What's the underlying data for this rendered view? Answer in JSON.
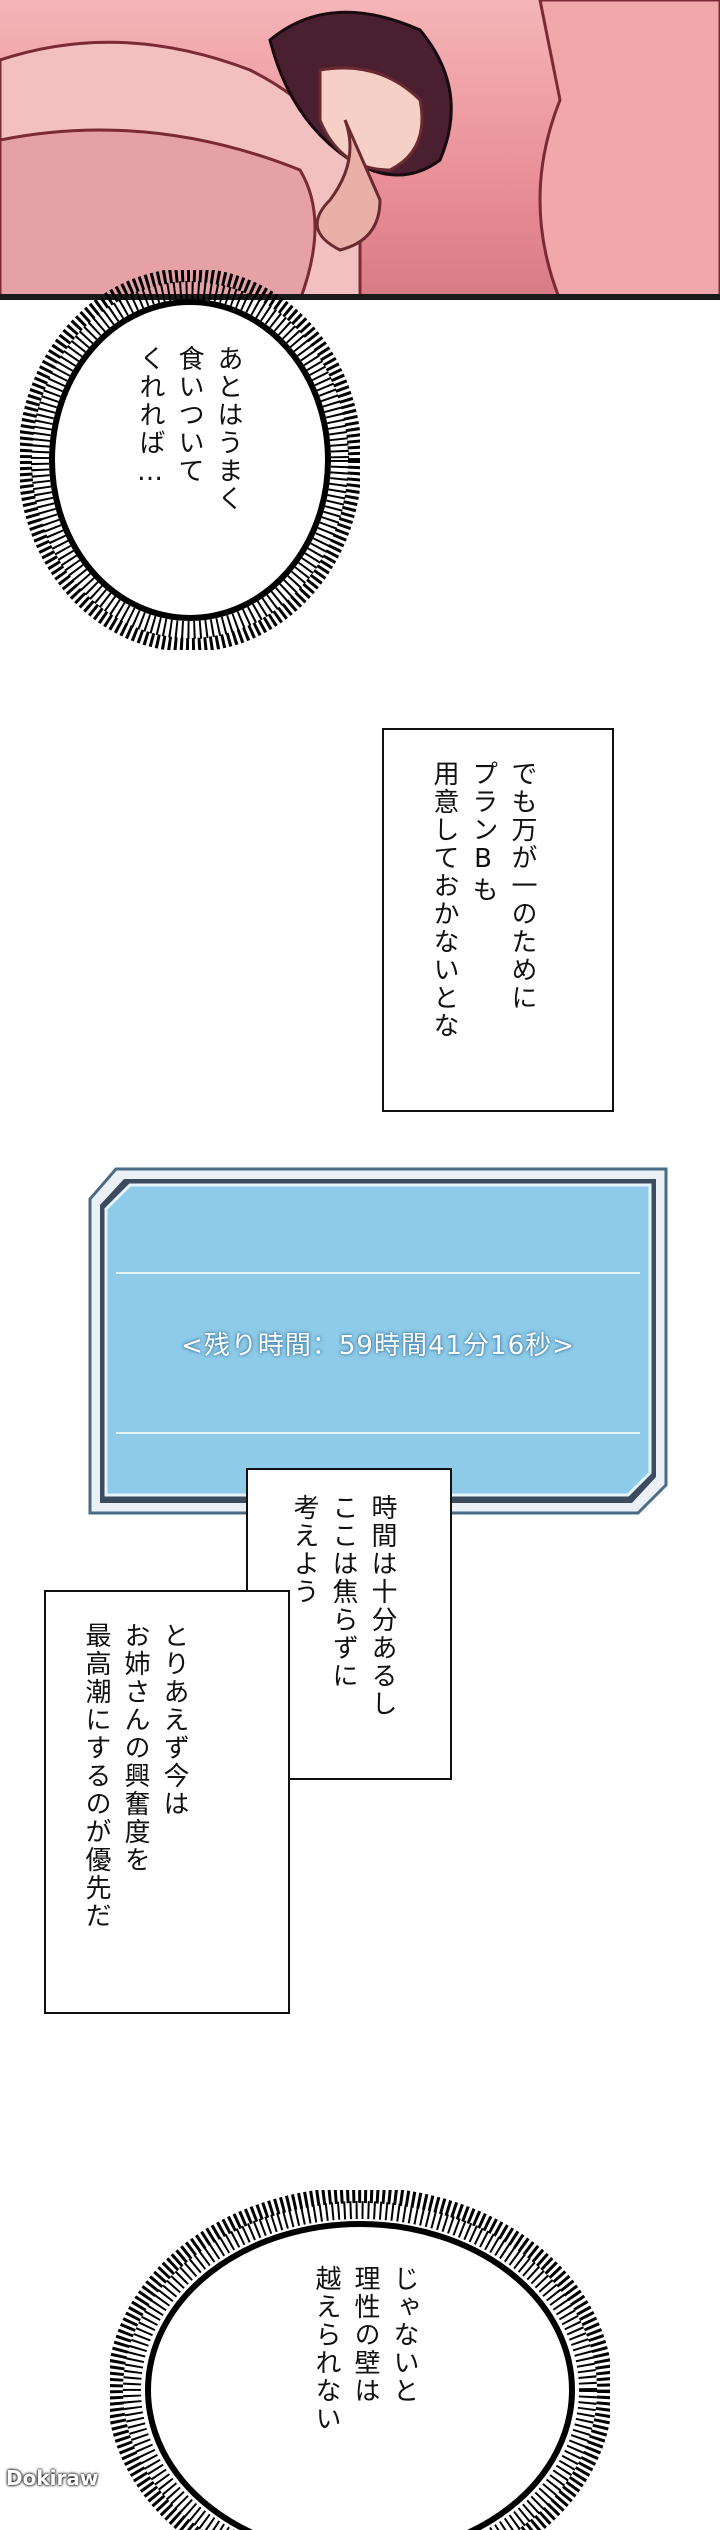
{
  "bubbles": {
    "top_burst": "あとはうまく\n食いついて\nくれれば…",
    "narration_1": "でも万が一のために\nプランBも\n用意しておかないとな",
    "narration_2": "時間は十分あるし\nここは焦らずに\n考えよう",
    "narration_3": "とりあえず今は\nお姉さんの興奮度を\n最高潮にするのが優先だ",
    "bottom_burst": "じゃないと\n理性の壁は\n越えられない"
  },
  "system_window": {
    "text": "<残り時間：59時間41分16秒>"
  },
  "watermark": "Dokiraw"
}
